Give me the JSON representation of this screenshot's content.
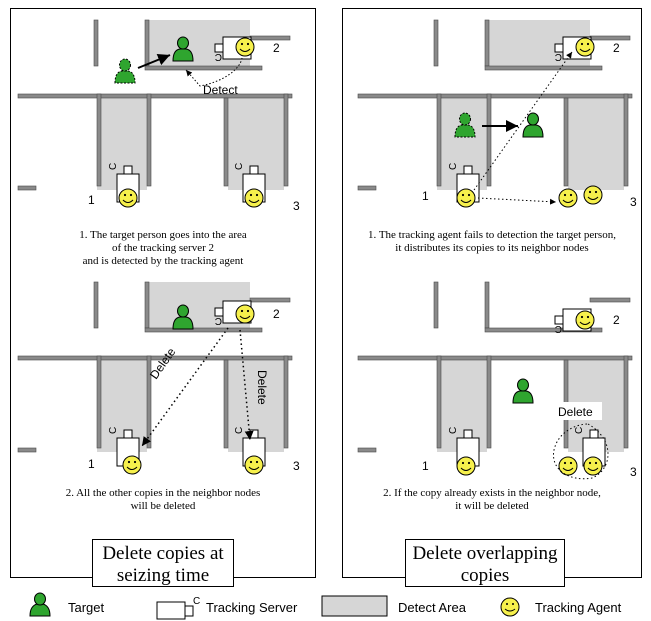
{
  "left_panel": {
    "caption1": [
      "1. The target person goes into the area",
      "of the tracking server 2",
      "and is detected by the tracking agent"
    ],
    "caption2": [
      "2. All the other copies in the neighbor nodes",
      "will be deleted"
    ],
    "title": [
      "Delete copies at",
      "seizing time"
    ],
    "labels": {
      "detect": "Detect",
      "delete": "Delete",
      "n1": "1",
      "n2": "2",
      "n3": "3"
    }
  },
  "right_panel": {
    "caption1": [
      "1. The tracking agent fails to detection the target person,",
      "it distributes its copies to its neighbor nodes"
    ],
    "caption2": [
      "2.  If the copy already exists in the neighbor node,",
      "it will be deleted"
    ],
    "title": [
      "Delete overlapping",
      "copies"
    ],
    "labels": {
      "delete": "Delete",
      "n1": "1",
      "n2": "2",
      "n3": "3"
    }
  },
  "server_letter": "C",
  "legend": {
    "target": "Target",
    "server": "Tracking Server",
    "server_letter": "C",
    "detect_area": "Detect Area",
    "agent": "Tracking Agent"
  },
  "colors": {
    "target": "#2fa52f",
    "agent": "#f6f04c",
    "detect_area": "#d6d6d6"
  }
}
